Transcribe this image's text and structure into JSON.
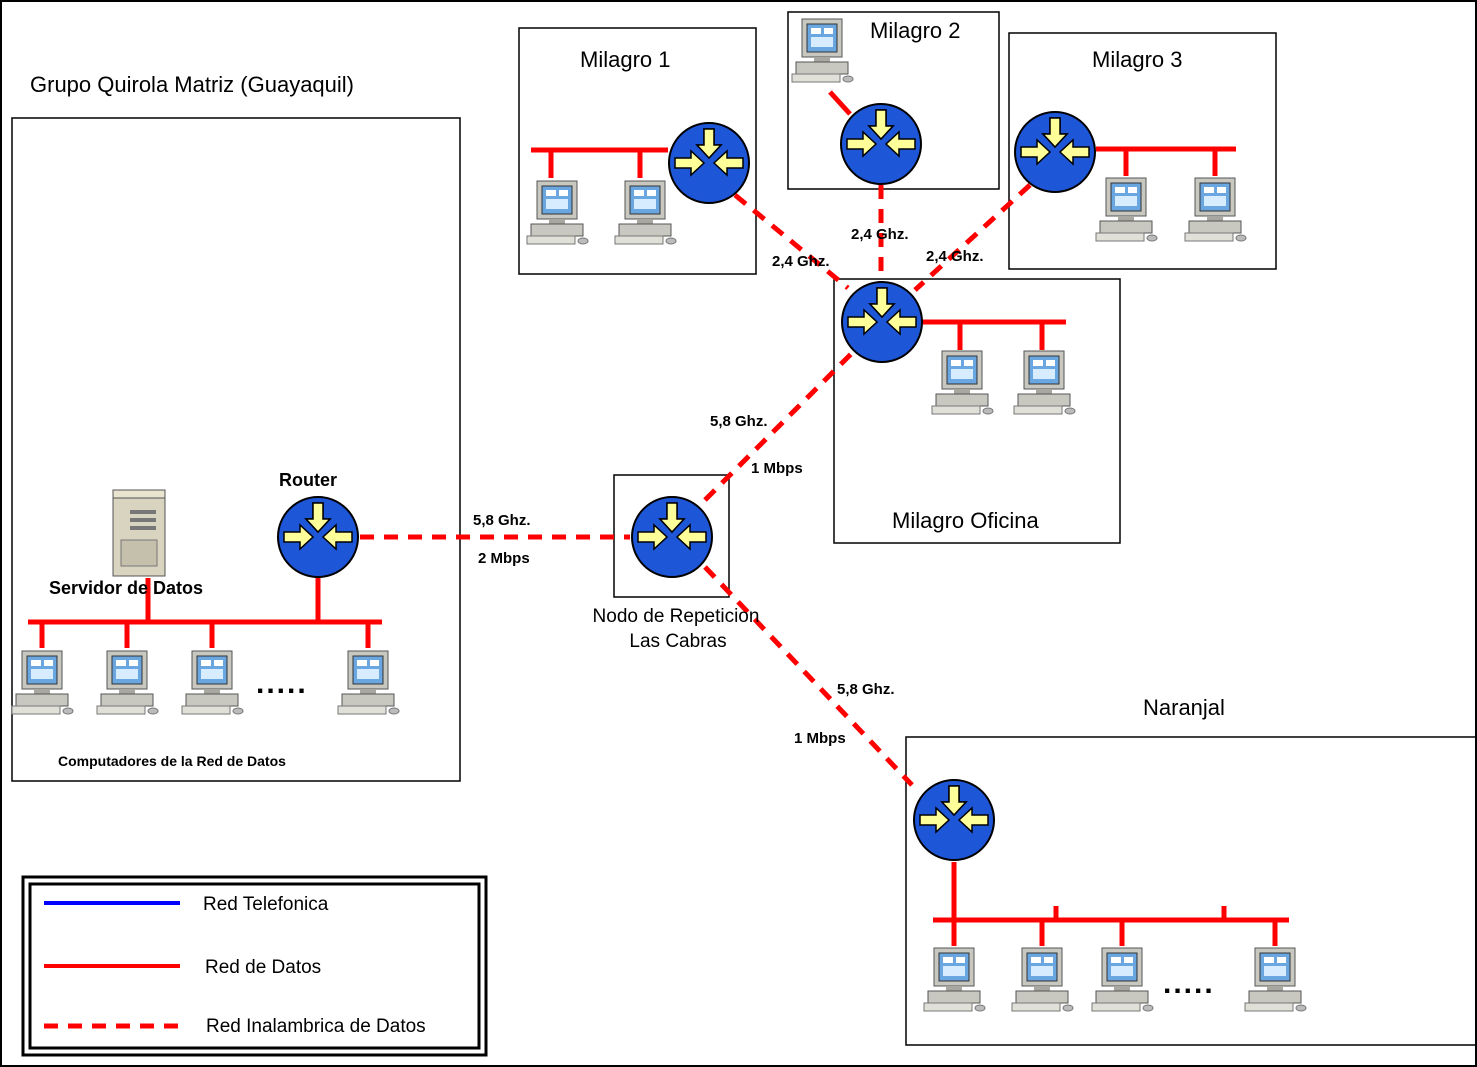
{
  "sites": {
    "matriz": "Grupo Quirola Matriz (Guayaquil)",
    "milagro1": "Milagro 1",
    "milagro2": "Milagro 2",
    "milagro3": "Milagro 3",
    "oficina": "Milagro Oficina",
    "naranjal": "Naranjal",
    "nodo_line1": "Nodo de Repeticion",
    "nodo_line2": "Las Cabras"
  },
  "labels": {
    "router": "Router",
    "servidor": "Servidor de Datos",
    "computadores": "Computadores de la Red de Datos",
    "ellipsis": "....."
  },
  "links": {
    "m1_freq": "2,4 Ghz.",
    "m2_freq": "2,4 Ghz.",
    "m3_freq": "2,4 Ghz.",
    "of_freq": "5,8 Ghz.",
    "of_rate": "1 Mbps",
    "matriz_freq": "5,8 Ghz.",
    "matriz_rate": "2 Mbps",
    "nar_freq": "5,8 Ghz.",
    "nar_rate": "1 Mbps"
  },
  "legend": {
    "telefonica": "Red Telefonica",
    "datos": "Red de Datos",
    "inalambrica": "Red Inalambrica de Datos"
  },
  "colors": {
    "data_line": "#ff0000",
    "phone_line": "#0000ff",
    "router_fill": "#1e56d8",
    "arrow_fill": "#ffff99"
  }
}
